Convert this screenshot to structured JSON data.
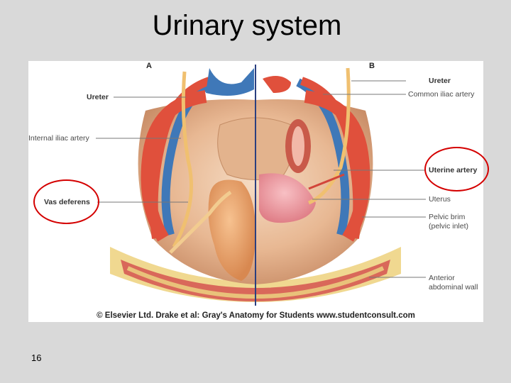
{
  "slide": {
    "title": "Urinary system",
    "page_number": "16"
  },
  "figure": {
    "panel_a": "A",
    "panel_b": "B",
    "labels": {
      "ureter_left": "Ureter",
      "internal_iliac_artery": "Internal iliac artery",
      "vas_deferens": "Vas deferens",
      "ureter_right": "Ureter",
      "common_iliac_artery": "Common iliac artery",
      "uterine_artery": "Uterine artery",
      "uterus": "Uterus",
      "pelvic_brim_line1": "Pelvic brim",
      "pelvic_brim_line2": "(pelvic inlet)",
      "anterior_abdominal_wall_line1": "Anterior",
      "anterior_abdominal_wall_line2": "abdominal wall"
    },
    "copyright": "© Elsevier Ltd. Drake et al: Gray's Anatomy for Students www.studentconsult.com"
  },
  "colors": {
    "background": "#d9d9d9",
    "highlight_circle": "#d40000",
    "artery": "#e0503c",
    "vein": "#3f78b8",
    "tissue": "#f2c4a0",
    "uterus": "#f0a0a8"
  }
}
